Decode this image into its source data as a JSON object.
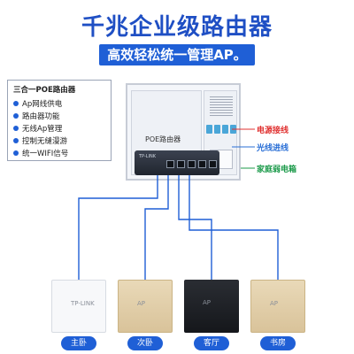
{
  "title": "千兆企业级路由器",
  "subtitle": "高效轻松统一管理AP。",
  "features": {
    "heading": "三合一POE路由器",
    "items": [
      "Ap网线供电",
      "路由器功能",
      "无线Ap管理",
      "控制无缝漫游",
      "统一WIFI信号"
    ]
  },
  "box": {
    "poe_label": "POE路由器"
  },
  "router": {
    "brand": "TP-LINK"
  },
  "callouts": {
    "power": "电源接线",
    "fiber": "光线进线",
    "home": "家庭弱电箱"
  },
  "colors": {
    "accent": "#1f5fd6",
    "power": "#e0302f",
    "fiber": "#2a6fd6",
    "home": "#1b9a4a"
  },
  "rooms": [
    "主卧",
    "次卧",
    "客厅",
    "书房"
  ],
  "ap_marks": [
    "TP-LINK",
    "AP",
    "AP",
    "AP"
  ]
}
